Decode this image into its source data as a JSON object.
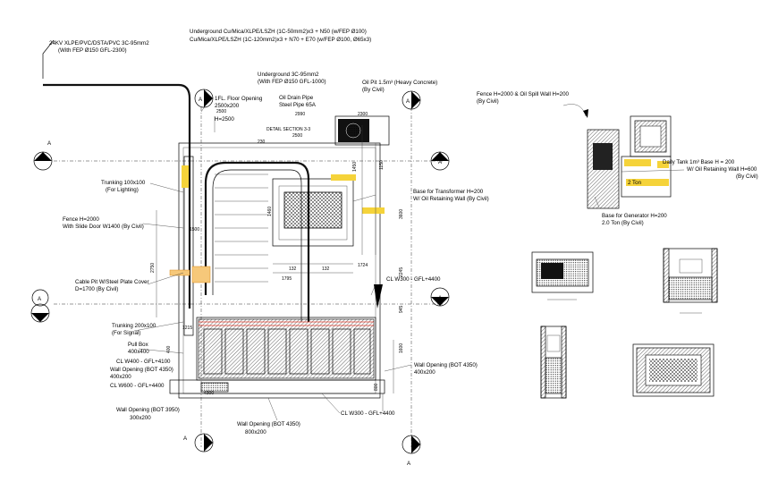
{
  "labels": {
    "cable_24kv_1": "24KV XLPE/PVC/DSTA/PVC 3C-95mm2",
    "cable_24kv_2": "(With FEP Ø150 GFL-2300)",
    "ug_cable_1a": "Underground Cu/Mica/XLPE/LSZH (1C-50mm2)x3 + N50 (w/FEP Ø100)",
    "ug_cable_1b": "Cu/Mica/XLPE/LSZH (1C-120mm2)x3 + N70 + E70 (w/FEP Ø100, Ø65x3)",
    "ug_cable_2a": "Underground 3C-95mm2",
    "ug_cable_2b": "(With FEP Ø150 GFL-1000)",
    "floor_opening": "1FL. Floor Opening",
    "floor_opening_size": "2500x200",
    "floor_opening_h": "H=2500",
    "oil_drain_1": "Oil Drain Pipe",
    "oil_drain_2": "Steel Pipe 65A",
    "detail_section": "DETAIL SECTION 3-3",
    "oil_pit_1": "Oil Pit 1.5m³ (Heavy Concrete)",
    "oil_pit_2": "(By Civil)",
    "fence_oil_1": "Fence H=2000 & Oil Spill Wall H=200",
    "fence_oil_2": "(By Civil)",
    "trunking_light_1": "Trunking 100x100",
    "trunking_light_2": "(For Lighting)",
    "fence_1": "Fence H=2000",
    "fence_2": "With Slide Door W1400 (By Civil)",
    "base_transformer_1": "Base for Transformer H=200",
    "base_transformer_2": "W/ Oil Retaining Wall (By Civil)",
    "daily_tank_1": "Daily Tank 1m³ Base H = 200",
    "daily_tank_2": "W/ Oil Retaining Wall H=600",
    "daily_tank_3": "(By Civil)",
    "two_ton": "2 Ton",
    "base_generator_1": "Base for Generator H=200",
    "base_generator_2": "2.0 Ton (By Civil)",
    "cable_pit_1": "Cable Pit W/Steel Plate Cover",
    "cable_pit_2": "D=1700 (By Civil)",
    "trunking_signal_1": "Trunking 200x100",
    "trunking_signal_2": "(For Signal)",
    "pull_box_1": "Pull Box",
    "pull_box_2": "400x400",
    "cl_w400": "CL W400 - GFL+4100",
    "wall_op_bot4350_a": "Wall Opening (BOT 4350)",
    "wall_op_bot4350_a_size": "400x200",
    "cl_w600": "CL W600 - GFL+4400",
    "wall_op_bot3950": "Wall Opening (BOT 3950)",
    "wall_op_bot3950_size": "300x200",
    "wall_op_bot4350_b": "Wall Opening (BOT 4350)",
    "wall_op_bot4350_b_size": "800x200",
    "cl_w300_bottom": "CL W300 - GFL+4400",
    "wall_op_bot4350_c": "Wall Opening (BOT 4350)",
    "wall_op_bot4350_c_size": "400x200",
    "cl_w300_right": "CL W300 - GFL+4400"
  },
  "dimensions": {
    "d2500": "2500",
    "d2300": "2300",
    "d2990": "2990",
    "d2500b": "2500",
    "d1450": "1450",
    "d1150": "1150",
    "d1460": "1460",
    "d2750": "2750",
    "d1795": "1795",
    "d1724": "1724",
    "d132a": "132",
    "d132b": "132",
    "d2245": "2245",
    "d945": "945",
    "d1215": "1215",
    "d1500": "1500",
    "d3600": "3600",
    "d1600": "1600",
    "d800": "800",
    "d400": "400",
    "d4300": "4300",
    "d230": "230"
  },
  "section_markers": {
    "a_left_top": "A",
    "a_left_mid": "A",
    "a_right_top": "A",
    "a_right_mid": "A",
    "a_top_center": "A",
    "a_top_right": "A",
    "a_bottom_left": "A",
    "a_bottom_right": "A"
  },
  "colors": {
    "highlight_yellow": "#f5d33a",
    "highlight_orange": "#f6c87a",
    "cable_red": "#e23a2a",
    "line": "#000000"
  }
}
